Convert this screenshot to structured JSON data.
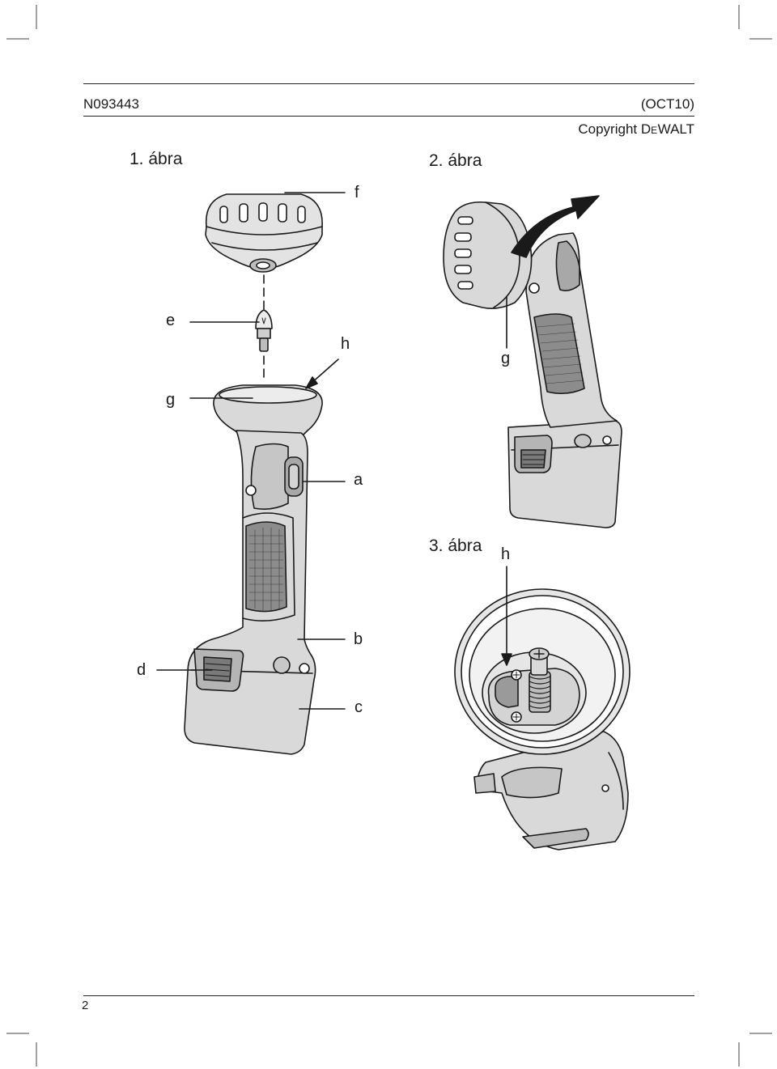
{
  "header": {
    "doc_number": "N093443",
    "revision": "(OCT10)",
    "copyright_prefix": "Copyright ",
    "brand_d": "D",
    "brand_e": "E",
    "brand_rest": "WALT"
  },
  "figures": {
    "fig1_title": "1. ábra",
    "fig2_title": "2. ábra",
    "fig3_title": "3. ábra"
  },
  "labels": {
    "f": "f",
    "e": "e",
    "h_fig1": "h",
    "g_fig1": "g",
    "g_fig2": "g",
    "a": "a",
    "b": "b",
    "c": "c",
    "d": "d",
    "h_fig3": "h"
  },
  "footer": {
    "page_number": "2"
  },
  "colors": {
    "ink": "#1a1a1a",
    "body_fill": "#d9d9d9",
    "dark_fill": "#8c8c8c",
    "light_fill": "#ececec"
  }
}
